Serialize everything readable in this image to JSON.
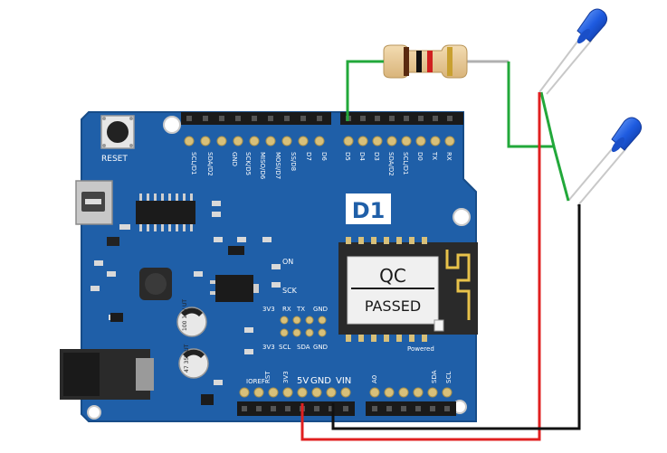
{
  "board": {
    "logo": "D1",
    "reset_label": "RESET",
    "powered_label": "Powered",
    "qc_label": "QC",
    "passed_label": "PASSED",
    "on_label": "ON",
    "sck_label": "SCK",
    "cap1_text": "100 16V UT",
    "cap2_text": "47 35V UT",
    "icsp_top_labels": [
      "3V3",
      "RX",
      "TX",
      "GND"
    ],
    "icsp_bottom_labels": [
      "3V3",
      "SCL",
      "SDA",
      "GND"
    ],
    "top_left_header_labels": [
      "SCL/D1",
      "SDA/D2",
      "GND",
      "SCK/D5",
      "MISO/D6",
      "MOSI/D7",
      "SS/D8",
      "D7",
      "D6"
    ],
    "top_right_header_labels": [
      "D5",
      "D4",
      "D3",
      "SDA/D2",
      "SCL/D1",
      "D0",
      "TX",
      "RX"
    ],
    "bottom_power_labels": [
      "IOREF",
      "RST",
      "3V3",
      "5V",
      "GND",
      "VIN"
    ],
    "bottom_analog_labels": [
      "A0",
      "SDA",
      "SCL"
    ]
  },
  "components": {
    "resistor": "resistor",
    "led_top": "blue LED",
    "led_bottom": "blue LED"
  },
  "colors": {
    "board": "#1f5fa8",
    "wire_green": "#22a83a",
    "wire_red": "#e02020",
    "wire_black": "#111111",
    "led_blue": "#1e5be0"
  }
}
